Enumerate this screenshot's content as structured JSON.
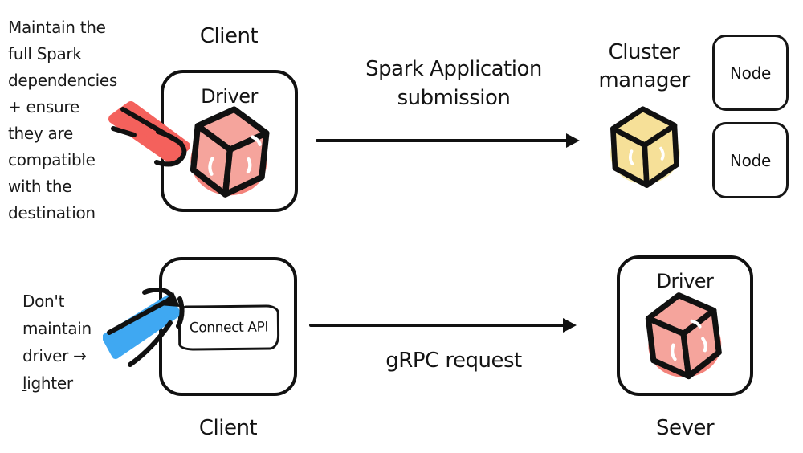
{
  "colors": {
    "background": "#FFFFFF",
    "ink": "#111111",
    "cube_pink": "#F5A49C",
    "cube_pink_blob": "#F3837B",
    "brush_red": "#F4615C",
    "cube_yellow": "#F6E098",
    "cube_yellow_blob": "#F8ECB0",
    "brush_blue": "#3FA8F2",
    "highlight": "#FFFFFF"
  },
  "top_annotation": {
    "text": "Maintain the\nfull Spark\ndependencies\n+ ensure\nthey are\ncompatible\nwith the\ndestination"
  },
  "bottom_annotation": {
    "lines": [
      "Don't",
      "maintain",
      "driver →",
      "lighter"
    ]
  },
  "top_row": {
    "client_label": "Client",
    "driver_label": "Driver",
    "arrow_label": "Spark Application\nsubmission",
    "cluster_manager_label": "Cluster\nmanager",
    "nodes": [
      "Node",
      "Node"
    ]
  },
  "bottom_row": {
    "client_label": "Client",
    "connect_api_label": "Connect API",
    "arrow_label": "gRPC request",
    "driver_label": "Driver",
    "server_label": "Sever"
  },
  "icons": {
    "red_arrow": "red-brush-arrow",
    "blue_arrow": "blue-brush-arrow",
    "pink_cube_top": "driver-cube",
    "yellow_cube": "cluster-manager-cube",
    "pink_cube_bottom": "server-driver-cube"
  }
}
